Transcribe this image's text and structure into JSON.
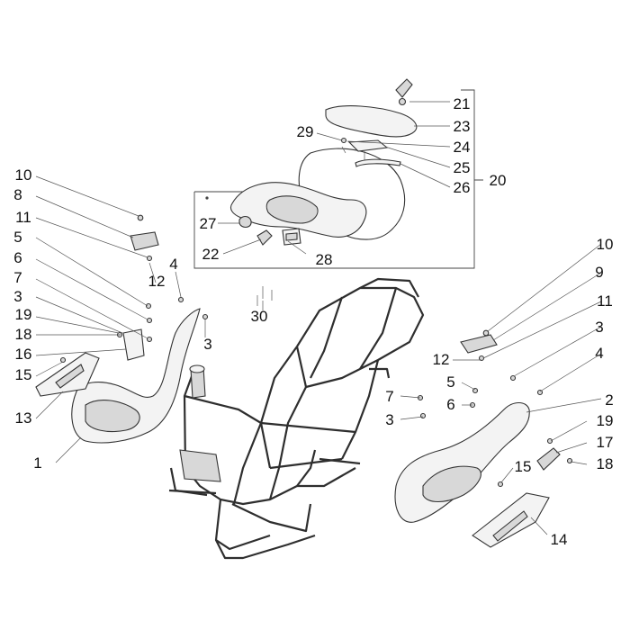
{
  "colors": {
    "line": "#333333",
    "fill": "#f3f3f3",
    "shade": "#d8d8d8",
    "text": "#111111"
  },
  "callouts": [
    {
      "label": "1"
    },
    {
      "label": "2"
    },
    {
      "label": "3"
    },
    {
      "label": "3"
    },
    {
      "label": "3"
    },
    {
      "label": "3"
    },
    {
      "label": "4"
    },
    {
      "label": "4"
    },
    {
      "label": "5"
    },
    {
      "label": "5"
    },
    {
      "label": "6"
    },
    {
      "label": "6"
    },
    {
      "label": "7"
    },
    {
      "label": "7"
    },
    {
      "label": "8"
    },
    {
      "label": "9"
    },
    {
      "label": "10"
    },
    {
      "label": "10"
    },
    {
      "label": "11"
    },
    {
      "label": "11"
    },
    {
      "label": "12"
    },
    {
      "label": "12"
    },
    {
      "label": "13"
    },
    {
      "label": "14"
    },
    {
      "label": "15"
    },
    {
      "label": "15"
    },
    {
      "label": "16"
    },
    {
      "label": "17"
    },
    {
      "label": "18"
    },
    {
      "label": "18"
    },
    {
      "label": "19"
    },
    {
      "label": "19"
    },
    {
      "label": "20"
    },
    {
      "label": "21"
    },
    {
      "label": "22"
    },
    {
      "label": "23"
    },
    {
      "label": "24"
    },
    {
      "label": "25"
    },
    {
      "label": "26"
    },
    {
      "label": "27"
    },
    {
      "label": "28"
    },
    {
      "label": "29"
    },
    {
      "label": "30"
    }
  ]
}
